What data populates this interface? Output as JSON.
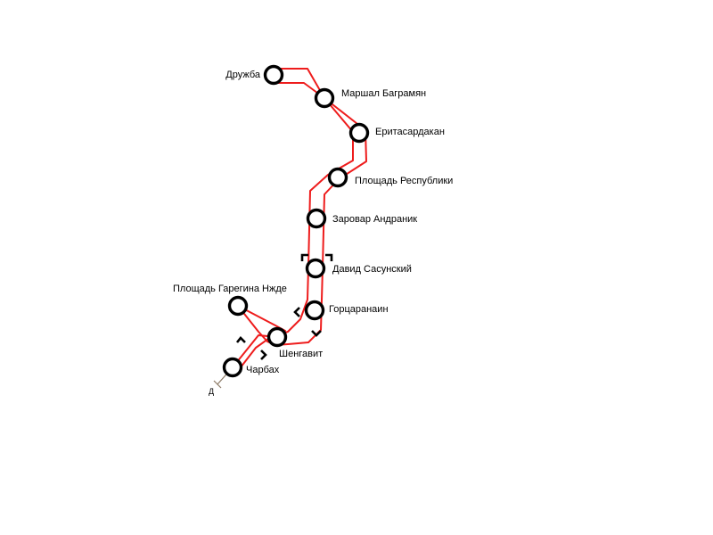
{
  "line_color": "#ee1c1c",
  "stations": [
    {
      "id": "druzhba",
      "name": "Дружба"
    },
    {
      "id": "marshal-baghramyan",
      "name": "Маршал Баграмян"
    },
    {
      "id": "yeritasardakan",
      "name": "Еритасардакан"
    },
    {
      "id": "republic-square",
      "name": "Площадь Республики"
    },
    {
      "id": "zoravar-andranik",
      "name": "Заровар Андраник"
    },
    {
      "id": "david-sasunsky",
      "name": "Давид Сасунский"
    },
    {
      "id": "gortsaranain",
      "name": "Горцаранаин"
    },
    {
      "id": "shengavit",
      "name": "Шенгавит"
    },
    {
      "id": "garegin-nzhde-square",
      "name": "Площадь Гарегина Нжде"
    },
    {
      "id": "charbakh",
      "name": "Чарбах"
    }
  ],
  "depot": {
    "label": "Д"
  }
}
